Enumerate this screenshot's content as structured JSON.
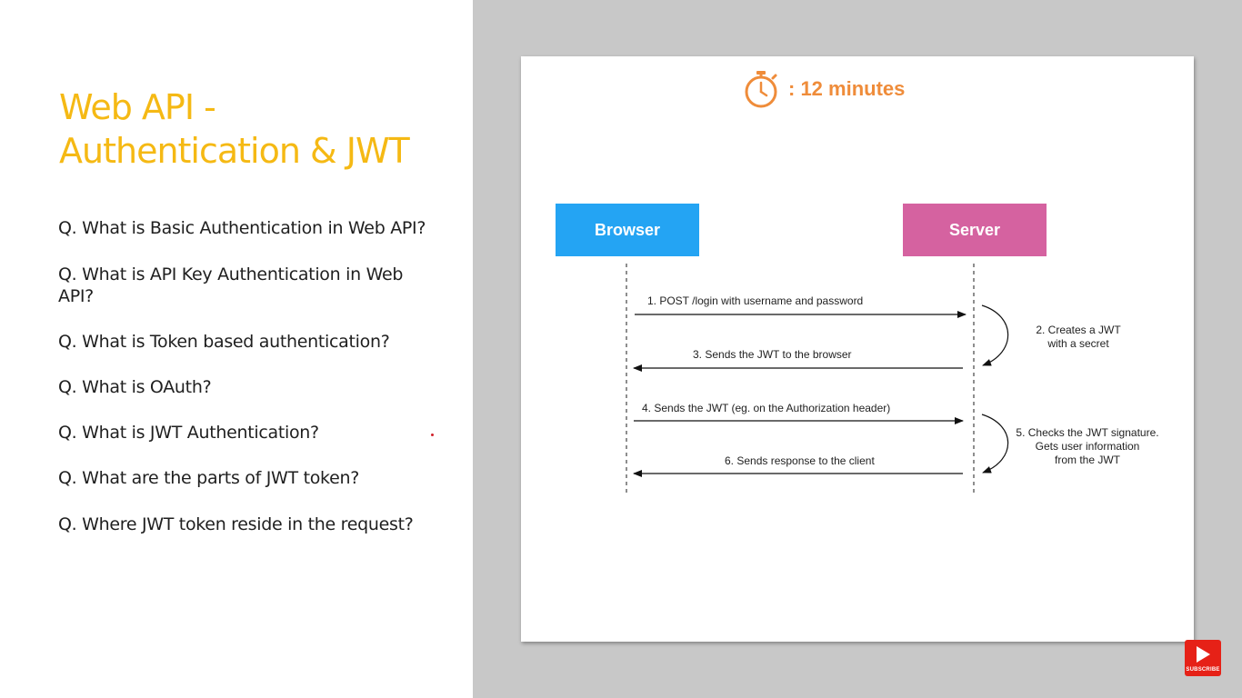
{
  "slide": {
    "title_line1": "Web API -",
    "title_line2": "Authentication & JWT",
    "questions": [
      "Q. What is Basic Authentication in Web API?",
      "Q. What is API Key Authentication in Web API?",
      "Q. What is Token based authentication?",
      "Q. What is OAuth?",
      "Q. What is JWT Authentication?",
      "Q. What are the parts of JWT token?",
      "Q. Where JWT token reside in the request?"
    ]
  },
  "timer": {
    "text": ":  12 minutes",
    "icon": "stopwatch-icon",
    "color": "#ef8c3a"
  },
  "diagram": {
    "actors": {
      "browser": "Browser",
      "server": "Server"
    },
    "messages": [
      "1. POST /login with username and password",
      "3. Sends the JWT to the browser",
      "4. Sends the JWT (eg. on the Authorization header)",
      "6. Sends response to the client"
    ],
    "notes": {
      "step2_line1": "2. Creates a JWT",
      "step2_line2": "with a secret",
      "step5_line1": "5. Checks the JWT signature.",
      "step5_line2": "Gets user information",
      "step5_line3": "from the JWT"
    },
    "colors": {
      "browser": "#24a4f3",
      "server": "#d562a0",
      "title": "#f5b914"
    }
  },
  "subscribe": {
    "label": "SUBSCRIBE",
    "icon": "youtube-subscribe-icon"
  }
}
